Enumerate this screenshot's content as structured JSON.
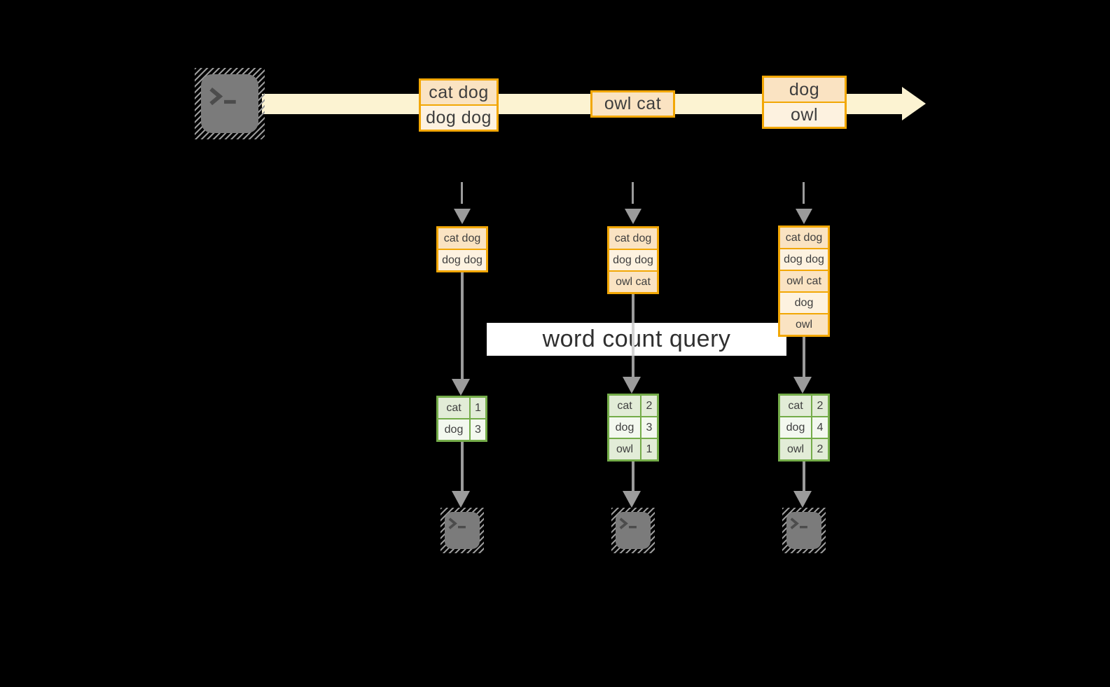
{
  "colors": {
    "background": "#000000",
    "timeline_fill": "#FCF3D2",
    "event_border": "#F2A705",
    "event_fill_dark": "#FAE3C2",
    "event_fill_light": "#FDF2E0",
    "table_border": "#74AC49",
    "table_fill_dark": "#E2ECD7",
    "table_fill_light": "#F3F8EF",
    "arrow_gray": "#9B9B9B",
    "query_background": "#FFFFFF",
    "text": "#3E3E3E"
  },
  "icons": {
    "source": "terminal-icon",
    "sink": "terminal-icon"
  },
  "timeline": {
    "events": [
      {
        "lines": [
          "cat dog",
          "dog dog"
        ]
      },
      {
        "lines": [
          "owl cat"
        ]
      },
      {
        "lines": [
          "dog",
          "owl"
        ]
      }
    ]
  },
  "query": {
    "label": "word count query"
  },
  "columns": [
    {
      "input": [
        "cat dog",
        "dog dog"
      ],
      "counts": [
        {
          "word": "cat",
          "count": "1"
        },
        {
          "word": "dog",
          "count": "3"
        }
      ]
    },
    {
      "input": [
        "cat dog",
        "dog dog",
        "owl cat"
      ],
      "counts": [
        {
          "word": "cat",
          "count": "2"
        },
        {
          "word": "dog",
          "count": "3"
        },
        {
          "word": "owl",
          "count": "1"
        }
      ]
    },
    {
      "input": [
        "cat dog",
        "dog dog",
        "owl cat",
        "dog",
        "owl"
      ],
      "counts": [
        {
          "word": "cat",
          "count": "2"
        },
        {
          "word": "dog",
          "count": "4"
        },
        {
          "word": "owl",
          "count": "2"
        }
      ]
    }
  ]
}
